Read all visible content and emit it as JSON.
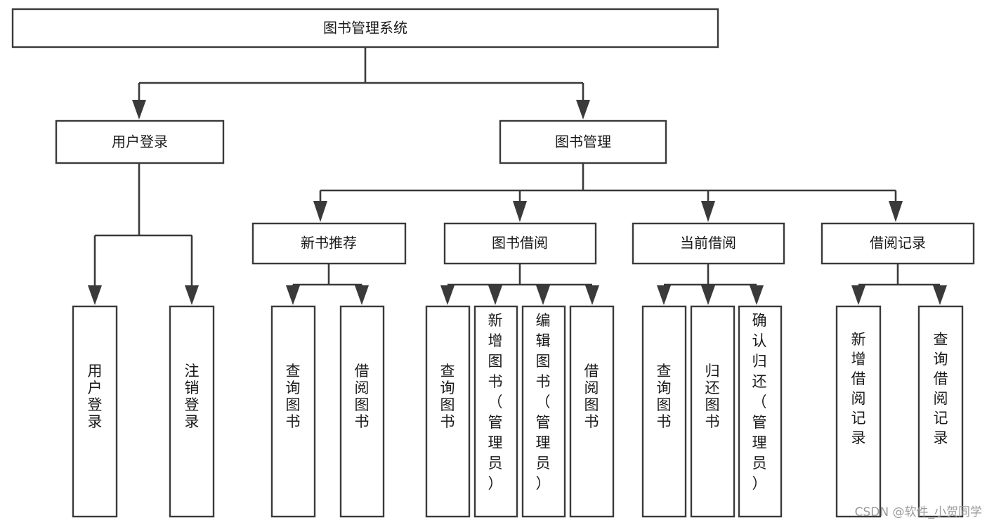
{
  "diagram": {
    "type": "tree-hierarchy-diagram",
    "title": "图书管理系统",
    "background_color": "#ffffff",
    "box_fill": "#ffffff",
    "box_stroke": "#3a3a3a",
    "connector_color": "#3a3a3a",
    "text_color": "#1a1a1a",
    "levels": {
      "level1": {
        "nodes": [
          {
            "id": "root",
            "label": "图书管理系统",
            "orientation": "horizontal"
          }
        ]
      },
      "level2": {
        "nodes": [
          {
            "id": "user-login",
            "label": "用户登录",
            "orientation": "horizontal"
          },
          {
            "id": "book-management",
            "label": "图书管理",
            "orientation": "horizontal"
          }
        ]
      },
      "level3": {
        "nodes": [
          {
            "id": "new-book-recommend",
            "label": "新书推荐",
            "orientation": "horizontal"
          },
          {
            "id": "book-borrow",
            "label": "图书借阅",
            "orientation": "horizontal"
          },
          {
            "id": "current-borrow",
            "label": "当前借阅",
            "orientation": "horizontal"
          },
          {
            "id": "borrow-record",
            "label": "借阅记录",
            "orientation": "horizontal"
          }
        ]
      },
      "level4": {
        "groups": [
          {
            "parent": "user-login",
            "nodes": [
              {
                "id": "leaf-user-login",
                "label": "用户登录",
                "orientation": "vertical"
              },
              {
                "id": "leaf-logout-login",
                "label": "注销登录",
                "orientation": "vertical"
              }
            ]
          },
          {
            "parent": "new-book-recommend",
            "nodes": [
              {
                "id": "leaf-query-book-1",
                "label": "查询图书",
                "orientation": "vertical"
              },
              {
                "id": "leaf-borrow-book-1",
                "label": "借阅图书",
                "orientation": "vertical"
              }
            ]
          },
          {
            "parent": "book-borrow",
            "nodes": [
              {
                "id": "leaf-query-book-2",
                "label": "查询图书",
                "orientation": "vertical"
              },
              {
                "id": "leaf-add-book",
                "label": "新增图书（管理员）",
                "orientation": "vertical"
              },
              {
                "id": "leaf-edit-book",
                "label": "编辑图书（管理员）",
                "orientation": "vertical"
              },
              {
                "id": "leaf-borrow-book-2",
                "label": "借阅图书",
                "orientation": "vertical"
              }
            ]
          },
          {
            "parent": "current-borrow",
            "nodes": [
              {
                "id": "leaf-query-book-3",
                "label": "查询图书",
                "orientation": "vertical"
              },
              {
                "id": "leaf-return-book",
                "label": "归还图书",
                "orientation": "vertical"
              },
              {
                "id": "leaf-confirm-return",
                "label": "确认归还（管理员）",
                "orientation": "vertical"
              }
            ]
          },
          {
            "parent": "borrow-record",
            "nodes": [
              {
                "id": "leaf-add-borrow-record",
                "label": "新增借阅记录",
                "orientation": "vertical"
              },
              {
                "id": "leaf-query-borrow-record",
                "label": "查询借阅记录",
                "orientation": "vertical"
              }
            ]
          }
        ]
      }
    }
  },
  "watermark": {
    "text": "CSDN @软件_小贺同学",
    "color": "#9a9a9a"
  }
}
